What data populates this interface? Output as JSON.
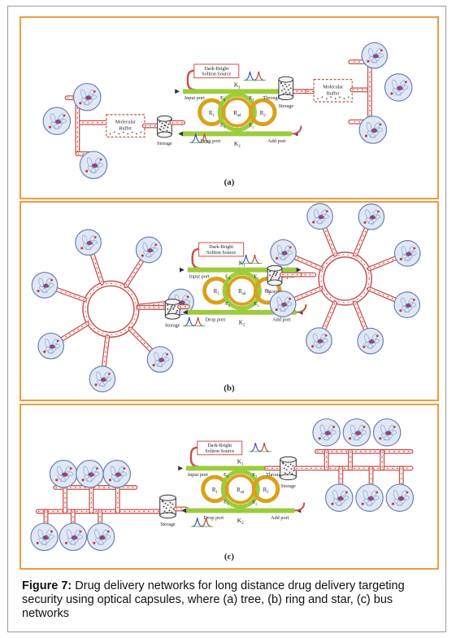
{
  "figure": {
    "caption_label": "Figure 7:",
    "caption_text": " Drug delivery networks for long distance drug delivery targeting security using optical capsules, where (a) tree, (b) ring and star,  (c) bus networks"
  },
  "device": {
    "source_label_line1": "Dark-Bright",
    "source_label_line2": "Soliton Source",
    "input_port": "Input port",
    "through_port": "Through port",
    "drop_port": "Drop port",
    "add_port": "Add port",
    "k1": "K",
    "k1_sub": "1",
    "k2": "K",
    "k2_sub": "2",
    "e_main": "E",
    "r_left": "R",
    "r_left_sub": "1",
    "r_center": "R",
    "r_center_sub": "ad",
    "r_right": "R",
    "r_right_sub": "2",
    "storage": "Storage",
    "buffer_line1": "Molecular",
    "buffer_line2": "Buffer"
  },
  "panels": [
    {
      "label": "(a)"
    },
    {
      "label": "(b)"
    },
    {
      "label": "(c)"
    }
  ],
  "colors": {
    "panel_border": "#f39a3c",
    "ring_gold": "#d9a11a",
    "waveguide": "#9ccc3c",
    "tube": "#c9504a",
    "cell": "#9ab4dc"
  }
}
